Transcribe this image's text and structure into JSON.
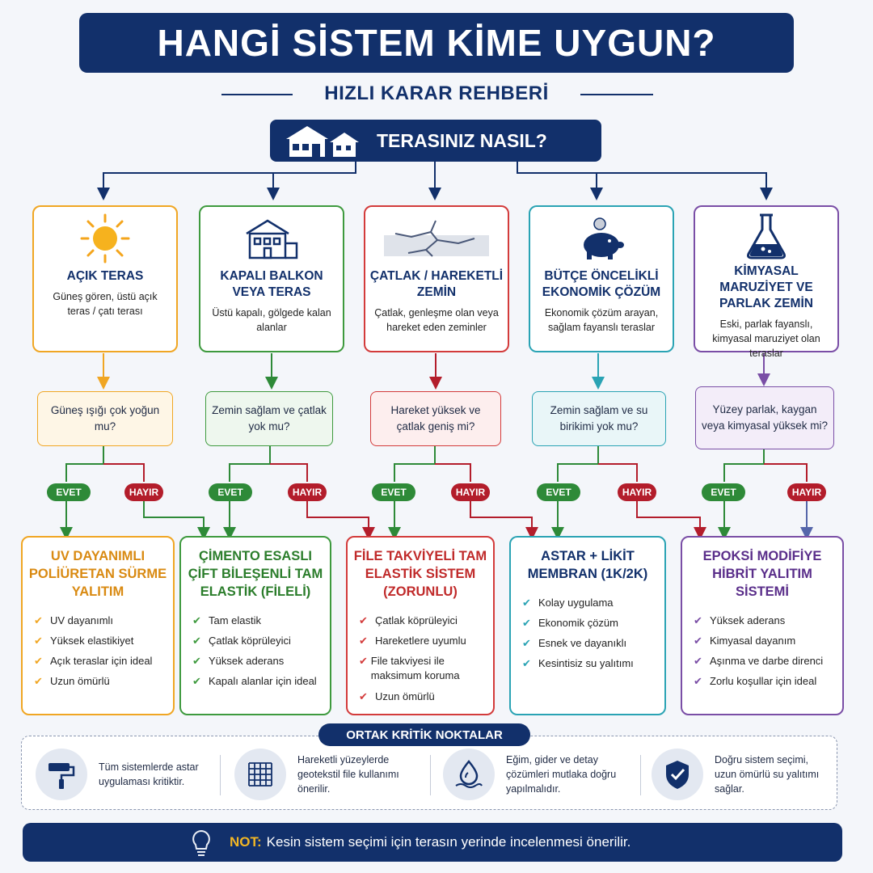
{
  "header": {
    "title": "HANGİ SİSTEM KİME UYGUN?",
    "subtitle": "HIZLI KARAR REHBERİ"
  },
  "root": {
    "label": "TERASINIZ NASIL?",
    "icon": "house-icon"
  },
  "colors": {
    "navy": "#12306b",
    "yes": "#2e8a38",
    "no": "#b31d2b",
    "orange": "#f0a623",
    "green": "#3e9a3e",
    "red": "#d33b3b",
    "teal": "#2aa3b4",
    "purple": "#7a4ea6"
  },
  "categories": [
    {
      "title": "AÇIK TERAS",
      "desc": "Güneş gören, üstü açık teras / çatı terası",
      "icon": "sun-icon"
    },
    {
      "title": "KAPALI BALKON VEYA TERAS",
      "desc": "Üstü kapalı, gölgede kalan alanlar",
      "icon": "building-icon"
    },
    {
      "title": "ÇATLAK / HAREKETLİ ZEMİN",
      "desc": "Çatlak, genleşme olan veya hareket eden zeminler",
      "icon": "crack-icon"
    },
    {
      "title": "BÜTÇE ÖNCELİKLİ EKONOMİK ÇÖZÜM",
      "desc": "Ekonomik çözüm arayan, sağlam fayanslı teraslar",
      "icon": "piggy-bank-icon"
    },
    {
      "title": "KİMYASAL MARUZİYET VE PARLAK ZEMİN",
      "desc": "Eski, parlak fayanslı, kimyasal maruziyet olan teraslar",
      "icon": "flask-icon"
    }
  ],
  "questions": [
    "Güneş ışığı çok yoğun mu?",
    "Zemin sağlam ve çatlak yok mu?",
    "Hareket yüksek ve çatlak geniş mi?",
    "Zemin sağlam ve su birikimi yok mu?",
    "Yüzey parlak, kaygan veya kimyasal yüksek mi?"
  ],
  "answers": {
    "yes": "EVET",
    "no": "HAYIR"
  },
  "results": [
    {
      "title": "UV DAYANIMLI POLİÜRETAN SÜRME YALITIM",
      "items": [
        "UV dayanımlı",
        "Yüksek elastikiyet",
        "Açık teraslar için ideal",
        "Uzun ömürlü"
      ]
    },
    {
      "title": "ÇİMENTO ESASLI ÇİFT BİLEŞENLİ TAM ELASTİK (FİLELİ)",
      "items": [
        "Tam elastik",
        "Çatlak köprüleyici",
        "Yüksek aderans",
        "Kapalı alanlar için ideal"
      ]
    },
    {
      "title": "FİLE TAKVİYELİ TAM ELASTİK SİSTEM (ZORUNLU)",
      "items": [
        "Çatlak köprüleyici",
        "Hareketlere uyumlu",
        "File takviyesi ile maksimum koruma",
        "Uzun ömürlü"
      ]
    },
    {
      "title": "ASTAR + LİKİT MEMBRAN (1K/2K)",
      "items": [
        "Kolay uygulama",
        "Ekonomik çözüm",
        "Esnek ve dayanıklı",
        "Kesintisiz su yalıtımı"
      ]
    },
    {
      "title": "EPOKSİ MODİFİYE HİBRİT YALITIM SİSTEMİ",
      "items": [
        "Yüksek aderans",
        "Kimyasal dayanım",
        "Aşınma ve darbe direnci",
        "Zorlu koşullar için ideal"
      ]
    }
  ],
  "critical": {
    "title": "ORTAK KRİTİK NOKTALAR",
    "items": [
      {
        "text": "Tüm sistemlerde astar uygulaması kritiktir.",
        "icon": "paint-roller-icon"
      },
      {
        "text": "Hareketli yüzeylerde geotekstil file kullanımı önerilir.",
        "icon": "mesh-grid-icon"
      },
      {
        "text": "Eğim, gider ve detay çözümleri mutlaka doğru yapılmalıdır.",
        "icon": "water-drop-icon"
      },
      {
        "text": "Doğru sistem seçimi, uzun ömürlü su yalıtımı sağlar.",
        "icon": "shield-check-icon"
      }
    ]
  },
  "note": {
    "label": "NOT:",
    "text": "Kesin sistem seçimi için terasın yerinde incelenmesi önerilir.",
    "icon": "lightbulb-icon"
  }
}
